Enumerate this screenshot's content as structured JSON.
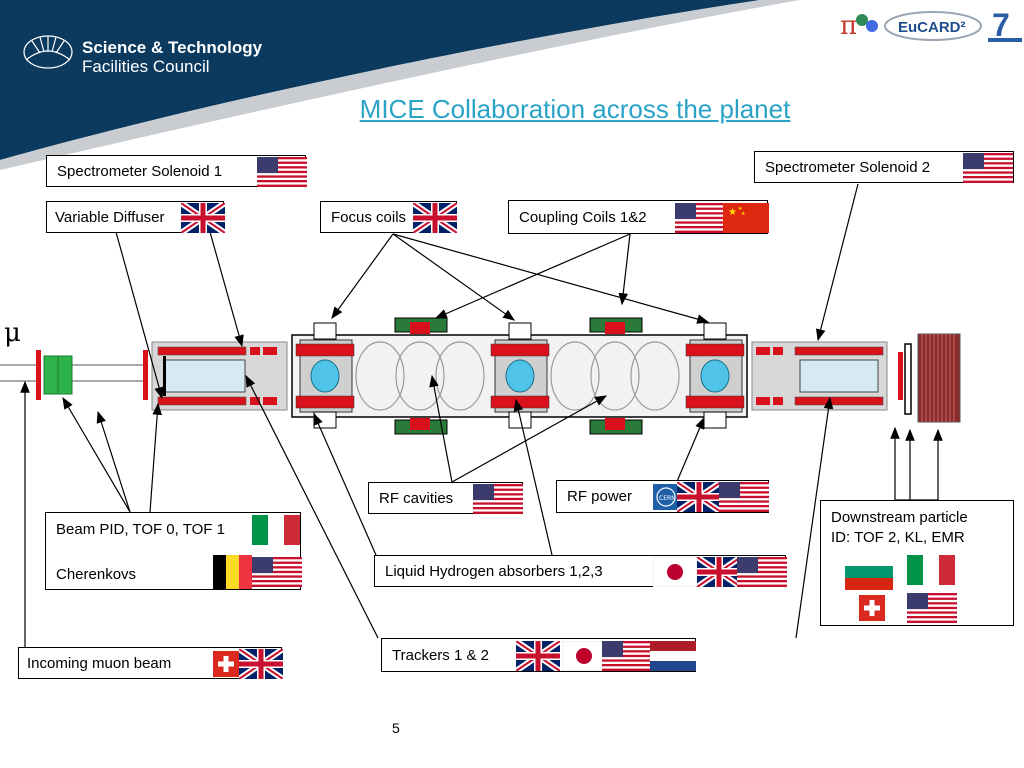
{
  "header": {
    "org_name_line1": "Science & Technology",
    "org_name_line2": "Facilities Council",
    "partner_logo_text": "EuCARD²",
    "page_title": "MICE Collaboration across the planet"
  },
  "beam_symbol": "μ",
  "labels": {
    "spectrometer_solenoid_1": "Spectrometer Solenoid 1",
    "spectrometer_solenoid_2": "Spectrometer Solenoid 2",
    "variable_diffuser": "Variable Diffuser",
    "focus_coils": "Focus coils",
    "coupling_coils": "Coupling Coils 1&2",
    "rf_cavities": "RF cavities",
    "rf_power": "RF power",
    "beam_pid_line1": "Beam PID, TOF 0, TOF 1",
    "beam_pid_line2": "Cherenkovs",
    "lh2_absorbers": "Liquid Hydrogen absorbers 1,2,3",
    "downstream_pid_line1": "Downstream particle",
    "downstream_pid_line2": "ID: TOF 2, KL, EMR",
    "trackers": "Trackers 1 & 2",
    "incoming_muon_beam": "Incoming muon beam"
  },
  "page_number": "5",
  "colors": {
    "header_navy": "#0c3a5e",
    "title_blue": "#2ba3c7",
    "coil_red": "#d9111a",
    "absorber_cyan": "#4fc3e8",
    "detector_green": "#2db34a"
  }
}
